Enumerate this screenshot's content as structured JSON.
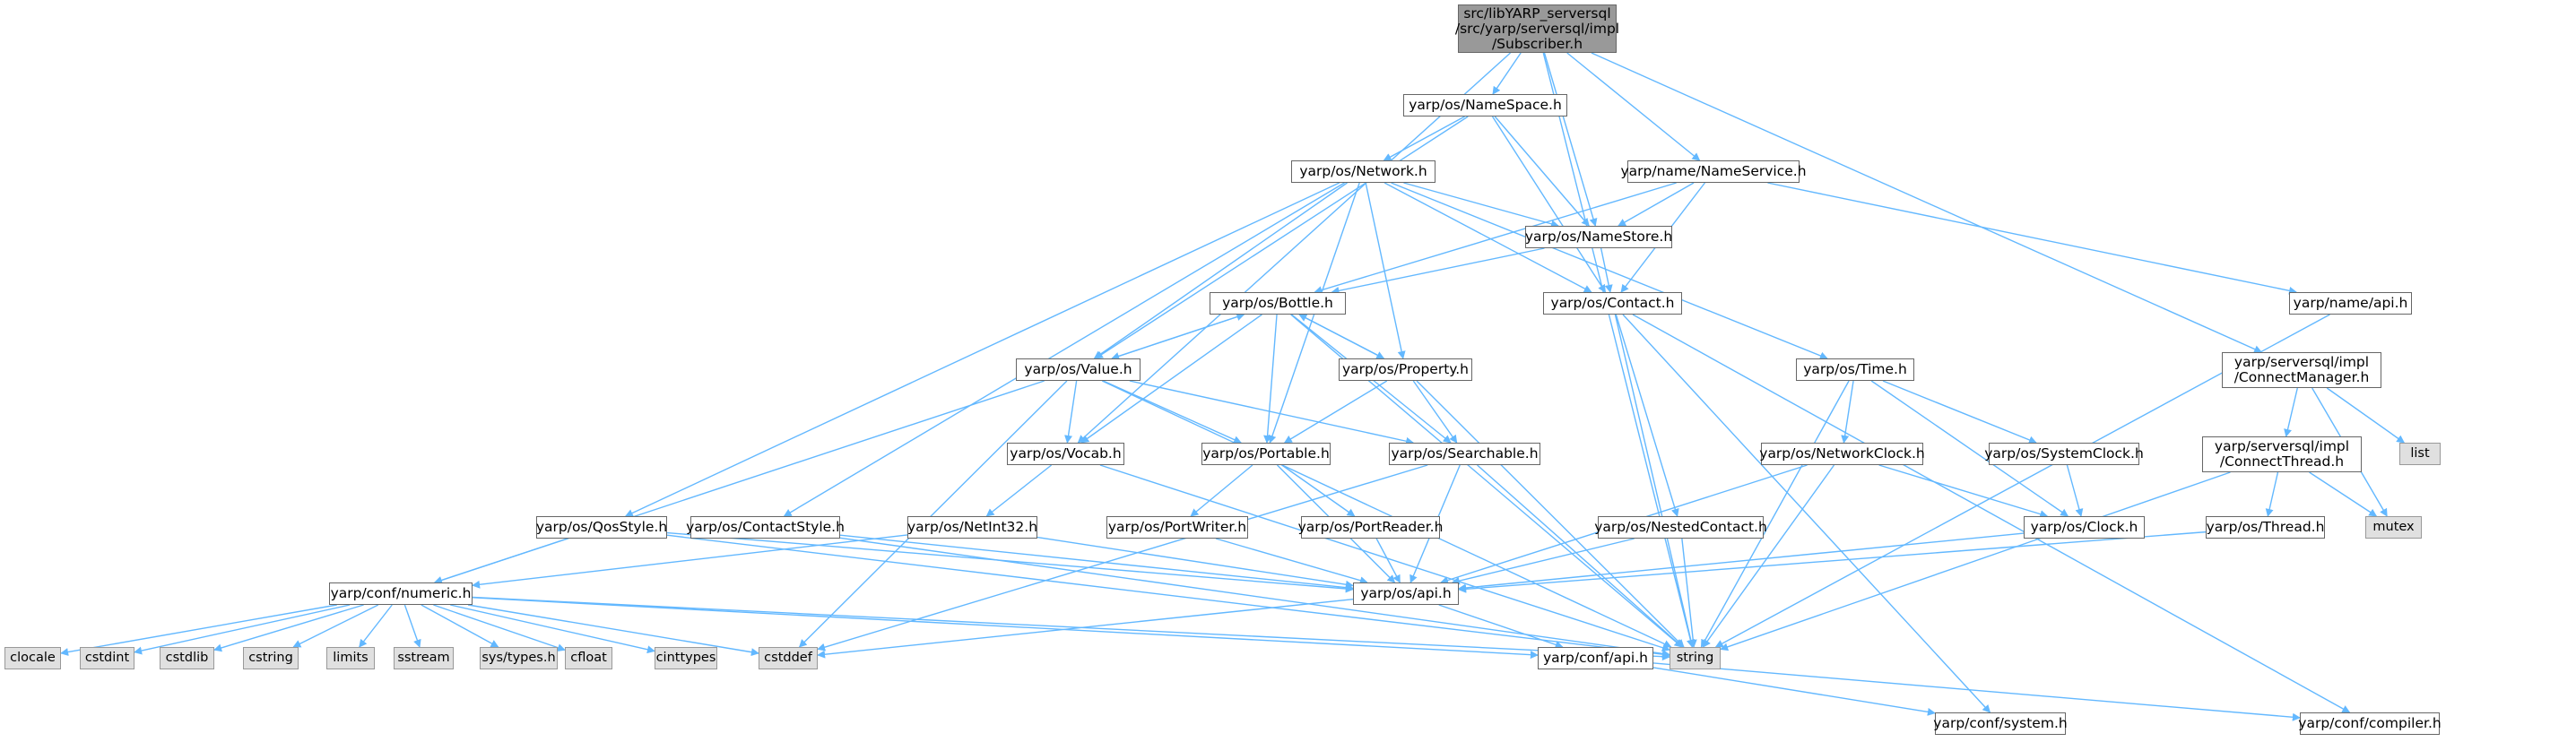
{
  "graph": {
    "edge_color": "#63b8ff",
    "nodes": [
      {
        "id": "root",
        "label": "src/libYARP_serversql\n/src/yarp/serversql/impl\n/Subscriber.h",
        "kind": "root"
      },
      {
        "id": "namespace",
        "label": "yarp/os/NameSpace.h",
        "kind": "file"
      },
      {
        "id": "network",
        "label": "yarp/os/Network.h",
        "kind": "file"
      },
      {
        "id": "nameservice",
        "label": "yarp/name/NameService.h",
        "kind": "file"
      },
      {
        "id": "namestore",
        "label": "yarp/os/NameStore.h",
        "kind": "file"
      },
      {
        "id": "bottle",
        "label": "yarp/os/Bottle.h",
        "kind": "file"
      },
      {
        "id": "contact",
        "label": "yarp/os/Contact.h",
        "kind": "file"
      },
      {
        "id": "nameapi",
        "label": "yarp/name/api.h",
        "kind": "file"
      },
      {
        "id": "value",
        "label": "yarp/os/Value.h",
        "kind": "file"
      },
      {
        "id": "property",
        "label": "yarp/os/Property.h",
        "kind": "file"
      },
      {
        "id": "time",
        "label": "yarp/os/Time.h",
        "kind": "file"
      },
      {
        "id": "connmgr",
        "label": "yarp/serversql/impl\n/ConnectManager.h",
        "kind": "file"
      },
      {
        "id": "vocab",
        "label": "yarp/os/Vocab.h",
        "kind": "file"
      },
      {
        "id": "portable",
        "label": "yarp/os/Portable.h",
        "kind": "file"
      },
      {
        "id": "searchable",
        "label": "yarp/os/Searchable.h",
        "kind": "file"
      },
      {
        "id": "netclock",
        "label": "yarp/os/NetworkClock.h",
        "kind": "file"
      },
      {
        "id": "sysclock",
        "label": "yarp/os/SystemClock.h",
        "kind": "file"
      },
      {
        "id": "list",
        "label": "list",
        "kind": "sys"
      },
      {
        "id": "connthread",
        "label": "yarp/serversql/impl\n/ConnectThread.h",
        "kind": "file"
      },
      {
        "id": "netint32",
        "label": "yarp/os/NetInt32.h",
        "kind": "file"
      },
      {
        "id": "portwriter",
        "label": "yarp/os/PortWriter.h",
        "kind": "file"
      },
      {
        "id": "portreader",
        "label": "yarp/os/PortReader.h",
        "kind": "file"
      },
      {
        "id": "qosstyle",
        "label": "yarp/os/QosStyle.h",
        "kind": "file"
      },
      {
        "id": "contactstyle",
        "label": "yarp/os/ContactStyle.h",
        "kind": "file"
      },
      {
        "id": "nestedcontact",
        "label": "yarp/os/NestedContact.h",
        "kind": "file"
      },
      {
        "id": "clock",
        "label": "yarp/os/Clock.h",
        "kind": "file"
      },
      {
        "id": "thread",
        "label": "yarp/os/Thread.h",
        "kind": "file"
      },
      {
        "id": "mutex",
        "label": "mutex",
        "kind": "sys"
      },
      {
        "id": "numeric",
        "label": "yarp/conf/numeric.h",
        "kind": "file"
      },
      {
        "id": "osapi",
        "label": "yarp/os/api.h",
        "kind": "file"
      },
      {
        "id": "clocale",
        "label": "clocale",
        "kind": "sys"
      },
      {
        "id": "cstdint",
        "label": "cstdint",
        "kind": "sys"
      },
      {
        "id": "cstdlib",
        "label": "cstdlib",
        "kind": "sys"
      },
      {
        "id": "cstring",
        "label": "cstring",
        "kind": "sys"
      },
      {
        "id": "limits",
        "label": "limits",
        "kind": "sys"
      },
      {
        "id": "sstream",
        "label": "sstream",
        "kind": "sys"
      },
      {
        "id": "systypes",
        "label": "sys/types.h",
        "kind": "sys"
      },
      {
        "id": "cfloat",
        "label": "cfloat",
        "kind": "sys"
      },
      {
        "id": "cinttypes",
        "label": "cinttypes",
        "kind": "sys"
      },
      {
        "id": "cstddef",
        "label": "cstddef",
        "kind": "sys"
      },
      {
        "id": "string",
        "label": "string",
        "kind": "sys"
      },
      {
        "id": "confapi",
        "label": "yarp/conf/api.h",
        "kind": "file"
      },
      {
        "id": "confsystem",
        "label": "yarp/conf/system.h",
        "kind": "file"
      },
      {
        "id": "confcompiler",
        "label": "yarp/conf/compiler.h",
        "kind": "file"
      }
    ],
    "edges": [
      [
        "root",
        "namespace"
      ],
      [
        "root",
        "namestore"
      ],
      [
        "root",
        "nameservice"
      ],
      [
        "root",
        "connmgr"
      ],
      [
        "root",
        "vocab"
      ],
      [
        "root",
        "string"
      ],
      [
        "namespace",
        "network"
      ],
      [
        "namespace",
        "namestore"
      ],
      [
        "namespace",
        "contact"
      ],
      [
        "namespace",
        "value"
      ],
      [
        "network",
        "namestore"
      ],
      [
        "network",
        "contact"
      ],
      [
        "network",
        "value"
      ],
      [
        "network",
        "property"
      ],
      [
        "network",
        "portable"
      ],
      [
        "network",
        "time"
      ],
      [
        "network",
        "qosstyle"
      ],
      [
        "network",
        "contactstyle"
      ],
      [
        "nameservice",
        "namestore"
      ],
      [
        "nameservice",
        "contact"
      ],
      [
        "nameservice",
        "nameapi"
      ],
      [
        "nameservice",
        "bottle"
      ],
      [
        "namestore",
        "contact"
      ],
      [
        "namestore",
        "bottle"
      ],
      [
        "bottle",
        "value"
      ],
      [
        "bottle",
        "property"
      ],
      [
        "bottle",
        "portable"
      ],
      [
        "bottle",
        "searchable"
      ],
      [
        "bottle",
        "vocab"
      ],
      [
        "bottle",
        "string"
      ],
      [
        "contact",
        "string"
      ],
      [
        "contact",
        "nestedcontact"
      ],
      [
        "contact",
        "confsystem"
      ],
      [
        "contact",
        "confcompiler"
      ],
      [
        "nameapi",
        "string"
      ],
      [
        "value",
        "bottle"
      ],
      [
        "value",
        "vocab"
      ],
      [
        "value",
        "portable"
      ],
      [
        "value",
        "searchable"
      ],
      [
        "value",
        "numeric"
      ],
      [
        "value",
        "string"
      ],
      [
        "value",
        "cstddef"
      ],
      [
        "property",
        "bottle"
      ],
      [
        "property",
        "portable"
      ],
      [
        "property",
        "searchable"
      ],
      [
        "property",
        "string"
      ],
      [
        "time",
        "netclock"
      ],
      [
        "time",
        "sysclock"
      ],
      [
        "time",
        "clock"
      ],
      [
        "time",
        "string"
      ],
      [
        "connmgr",
        "list"
      ],
      [
        "connmgr",
        "mutex"
      ],
      [
        "connmgr",
        "connthread"
      ],
      [
        "vocab",
        "netint32"
      ],
      [
        "vocab",
        "string"
      ],
      [
        "portable",
        "portwriter"
      ],
      [
        "portable",
        "portreader"
      ],
      [
        "portable",
        "osapi"
      ],
      [
        "searchable",
        "osapi"
      ],
      [
        "searchable",
        "string"
      ],
      [
        "searchable",
        "cstddef"
      ],
      [
        "netclock",
        "clock"
      ],
      [
        "netclock",
        "osapi"
      ],
      [
        "netclock",
        "string"
      ],
      [
        "sysclock",
        "clock"
      ],
      [
        "connthread",
        "thread"
      ],
      [
        "connthread",
        "mutex"
      ],
      [
        "connthread",
        "string"
      ],
      [
        "netint32",
        "numeric"
      ],
      [
        "netint32",
        "osapi"
      ],
      [
        "portwriter",
        "osapi"
      ],
      [
        "portreader",
        "osapi"
      ],
      [
        "qosstyle",
        "numeric"
      ],
      [
        "qosstyle",
        "osapi"
      ],
      [
        "qosstyle",
        "string"
      ],
      [
        "contactstyle",
        "osapi"
      ],
      [
        "contactstyle",
        "string"
      ],
      [
        "nestedcontact",
        "osapi"
      ],
      [
        "nestedcontact",
        "string"
      ],
      [
        "clock",
        "osapi"
      ],
      [
        "thread",
        "osapi"
      ],
      [
        "numeric",
        "clocale"
      ],
      [
        "numeric",
        "cstdint"
      ],
      [
        "numeric",
        "cstdlib"
      ],
      [
        "numeric",
        "cstring"
      ],
      [
        "numeric",
        "limits"
      ],
      [
        "numeric",
        "sstream"
      ],
      [
        "numeric",
        "systypes"
      ],
      [
        "numeric",
        "cfloat"
      ],
      [
        "numeric",
        "cinttypes"
      ],
      [
        "numeric",
        "cstddef"
      ],
      [
        "numeric",
        "string"
      ],
      [
        "numeric",
        "confapi"
      ],
      [
        "osapi",
        "confapi"
      ],
      [
        "osapi",
        "cstddef"
      ],
      [
        "confapi",
        "confsystem"
      ],
      [
        "confapi",
        "confcompiler"
      ]
    ]
  }
}
